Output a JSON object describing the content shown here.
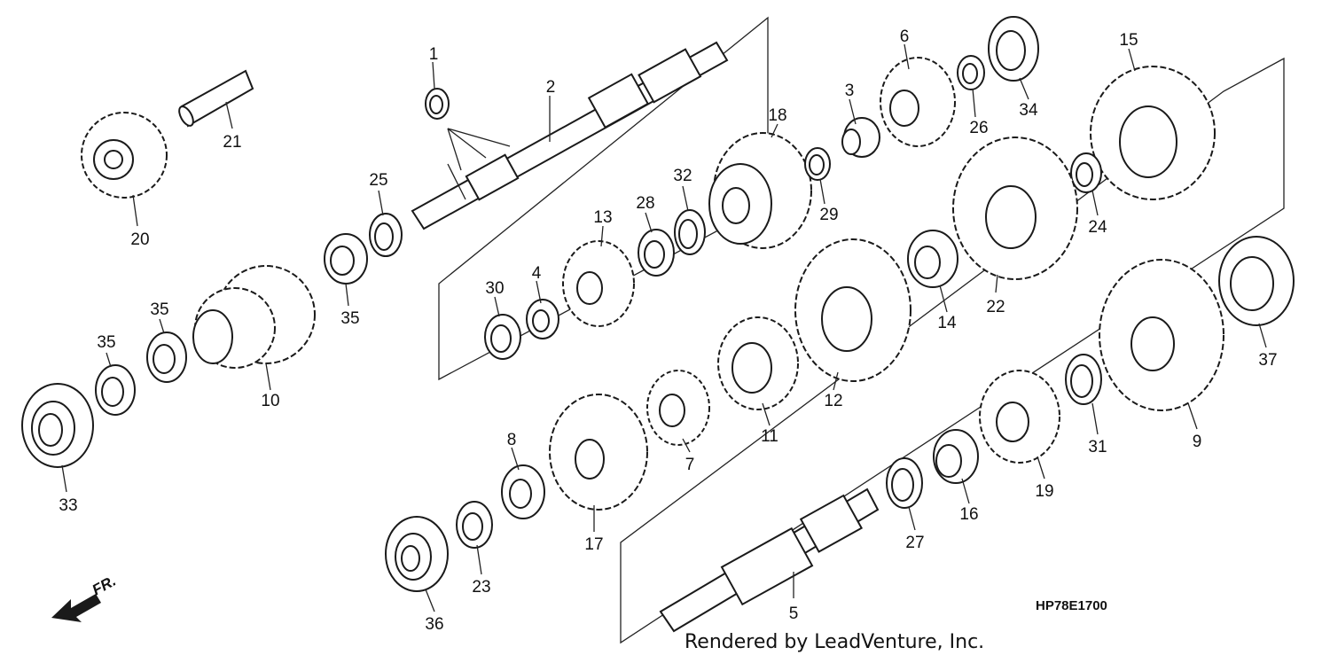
{
  "callouts": [
    {
      "id": "c1",
      "label": "1"
    },
    {
      "id": "c2",
      "label": "2"
    },
    {
      "id": "c3",
      "label": "3"
    },
    {
      "id": "c4",
      "label": "4"
    },
    {
      "id": "c5",
      "label": "5"
    },
    {
      "id": "c6",
      "label": "6"
    },
    {
      "id": "c7",
      "label": "7"
    },
    {
      "id": "c8",
      "label": "8"
    },
    {
      "id": "c9",
      "label": "9"
    },
    {
      "id": "c10",
      "label": "10"
    },
    {
      "id": "c11",
      "label": "11"
    },
    {
      "id": "c12",
      "label": "12"
    },
    {
      "id": "c13",
      "label": "13"
    },
    {
      "id": "c14",
      "label": "14"
    },
    {
      "id": "c15",
      "label": "15"
    },
    {
      "id": "c16",
      "label": "16"
    },
    {
      "id": "c17",
      "label": "17"
    },
    {
      "id": "c18",
      "label": "18"
    },
    {
      "id": "c19",
      "label": "19"
    },
    {
      "id": "c20",
      "label": "20"
    },
    {
      "id": "c21",
      "label": "21"
    },
    {
      "id": "c22",
      "label": "22"
    },
    {
      "id": "c23",
      "label": "23"
    },
    {
      "id": "c24",
      "label": "24"
    },
    {
      "id": "c25",
      "label": "25"
    },
    {
      "id": "c26",
      "label": "26"
    },
    {
      "id": "c27",
      "label": "27"
    },
    {
      "id": "c28",
      "label": "28"
    },
    {
      "id": "c29",
      "label": "29"
    },
    {
      "id": "c30",
      "label": "30"
    },
    {
      "id": "c31",
      "label": "31"
    },
    {
      "id": "c32",
      "label": "32"
    },
    {
      "id": "c33",
      "label": "33"
    },
    {
      "id": "c34",
      "label": "34"
    },
    {
      "id": "c35a",
      "label": "35"
    },
    {
      "id": "c35b",
      "label": "35"
    },
    {
      "id": "c35c",
      "label": "35"
    },
    {
      "id": "c36",
      "label": "36"
    },
    {
      "id": "c37",
      "label": "37"
    }
  ],
  "diagram_code": "HP78E1700",
  "credit": "Rendered by LeadVenture, Inc.",
  "front_arrow_label": "FR."
}
